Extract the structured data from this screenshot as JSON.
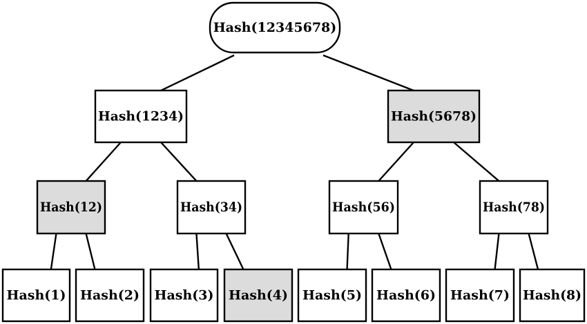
{
  "colors": {
    "node_fill": "#ffffff",
    "highlight_fill": "#dcdcdc",
    "stroke": "#000000",
    "background": "#ffffff"
  },
  "nodes": [
    {
      "id": "root",
      "label": "Hash(12345678)",
      "highlighted": false,
      "shape": "rounded",
      "parent": ""
    },
    {
      "id": "n1234",
      "label": "Hash(1234)",
      "highlighted": false,
      "shape": "rect",
      "parent": "root"
    },
    {
      "id": "n5678",
      "label": "Hash(5678)",
      "highlighted": true,
      "shape": "rect",
      "parent": "root"
    },
    {
      "id": "n12",
      "label": "Hash(12)",
      "highlighted": true,
      "shape": "rect",
      "parent": "n1234"
    },
    {
      "id": "n34",
      "label": "Hash(34)",
      "highlighted": false,
      "shape": "rect",
      "parent": "n1234"
    },
    {
      "id": "n56",
      "label": "Hash(56)",
      "highlighted": false,
      "shape": "rect",
      "parent": "n5678"
    },
    {
      "id": "n78",
      "label": "Hash(78)",
      "highlighted": false,
      "shape": "rect",
      "parent": "n5678"
    },
    {
      "id": "n1",
      "label": "Hash(1)",
      "highlighted": false,
      "shape": "rect",
      "parent": "n12"
    },
    {
      "id": "n2",
      "label": "Hash(2)",
      "highlighted": false,
      "shape": "rect",
      "parent": "n12"
    },
    {
      "id": "n3",
      "label": "Hash(3)",
      "highlighted": false,
      "shape": "rect",
      "parent": "n34"
    },
    {
      "id": "n4",
      "label": "Hash(4)",
      "highlighted": true,
      "shape": "rect",
      "parent": "n34"
    },
    {
      "id": "n5",
      "label": "Hash(5)",
      "highlighted": false,
      "shape": "rect",
      "parent": "n56"
    },
    {
      "id": "n6",
      "label": "Hash(6)",
      "highlighted": false,
      "shape": "rect",
      "parent": "n56"
    },
    {
      "id": "n7",
      "label": "Hash(7)",
      "highlighted": false,
      "shape": "rect",
      "parent": "n78"
    },
    {
      "id": "n8",
      "label": "Hash(8)",
      "highlighted": false,
      "shape": "rect",
      "parent": "n78"
    }
  ]
}
